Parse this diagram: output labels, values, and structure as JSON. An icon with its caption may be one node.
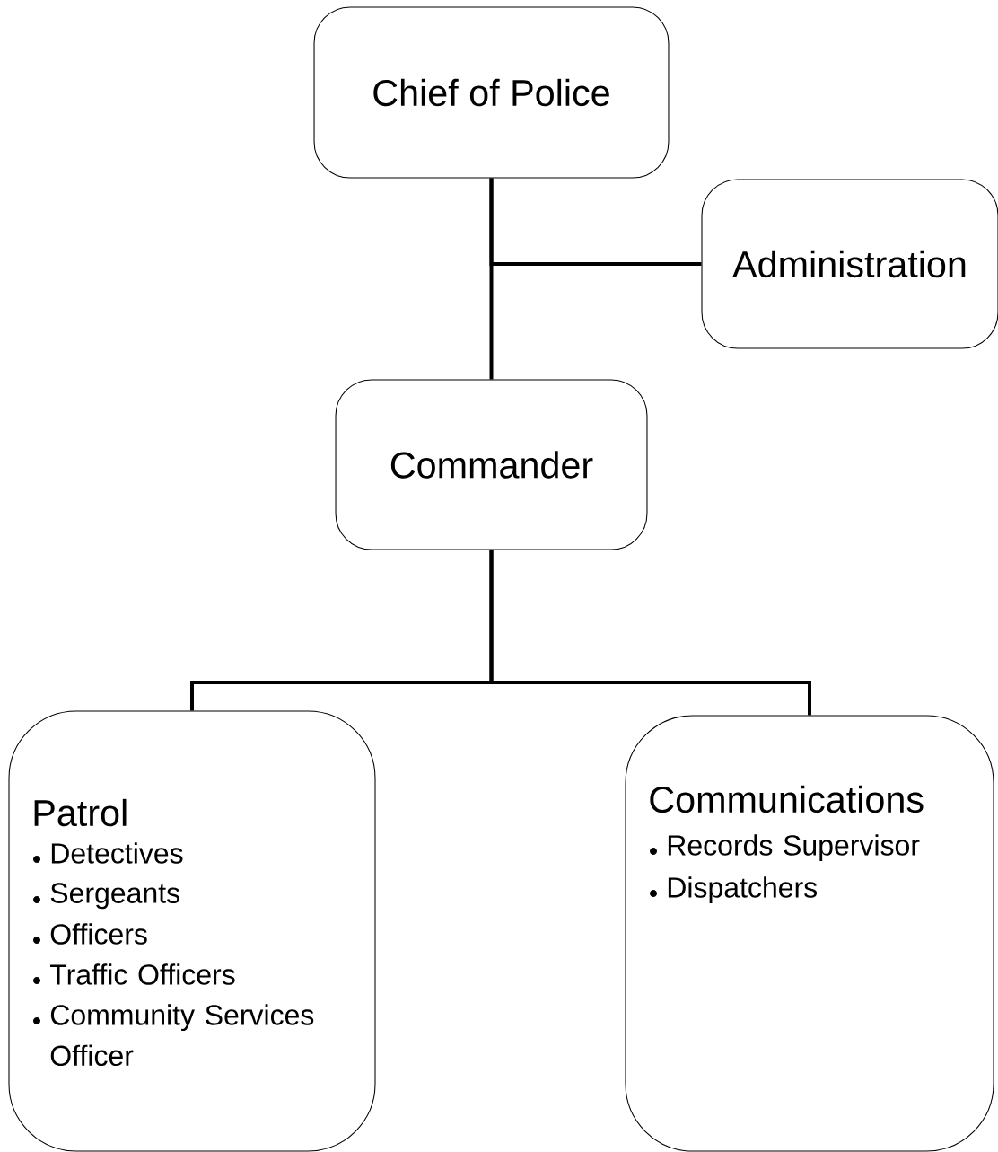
{
  "diagram": {
    "nodes": [
      {
        "text": [
          "Chief of Police"
        ]
      },
      {
        "text": [
          "Administration"
        ]
      },
      {
        "text": [
          "Commander"
        ]
      },
      {
        "text": [
          "Patrol",
          "Detectives",
          "Sergeants",
          "Officers",
          "Traffic Officers",
          "Community Services Officer"
        ]
      },
      {
        "text": [
          "Communications",
          "Records Supervisor",
          "Dispatchers"
        ]
      }
    ],
    "edges": [
      {
        "from": 0,
        "to": 2,
        "arrow": "none"
      },
      {
        "from": 0,
        "to": 1,
        "arrow": "none"
      },
      {
        "from": 2,
        "to": 3,
        "arrow": "none"
      },
      {
        "from": 2,
        "to": 4,
        "arrow": "none"
      }
    ]
  }
}
